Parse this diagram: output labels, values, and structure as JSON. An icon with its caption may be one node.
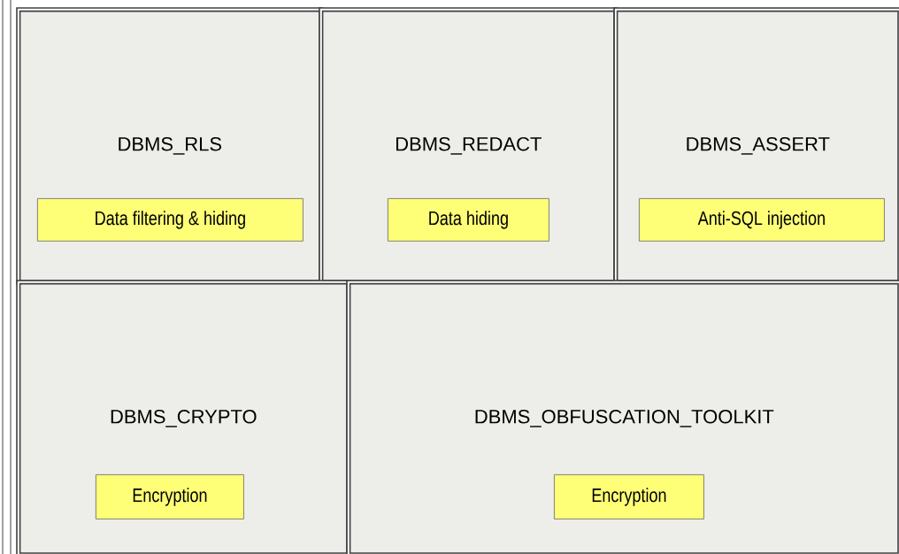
{
  "diagram": {
    "nodes": [
      {
        "text": [
          "DBMS_RLS"
        ]
      },
      {
        "text": [
          "Data filtering & hiding"
        ],
        "in": 0
      },
      {
        "text": [
          "DBMS_REDACT"
        ]
      },
      {
        "text": [
          "Data hiding"
        ],
        "in": 2
      },
      {
        "text": [
          "DBMS_ASSERT"
        ]
      },
      {
        "text": [
          "Anti-SQL injection"
        ],
        "in": 4
      },
      {
        "text": [
          "DBMS_CRYPTO"
        ]
      },
      {
        "text": [
          "Encryption"
        ],
        "in": 6
      },
      {
        "text": [
          "DBMS_OBFUSCATION_TOOLKIT"
        ]
      },
      {
        "text": [
          "Encryption"
        ],
        "in": 8
      }
    ]
  }
}
